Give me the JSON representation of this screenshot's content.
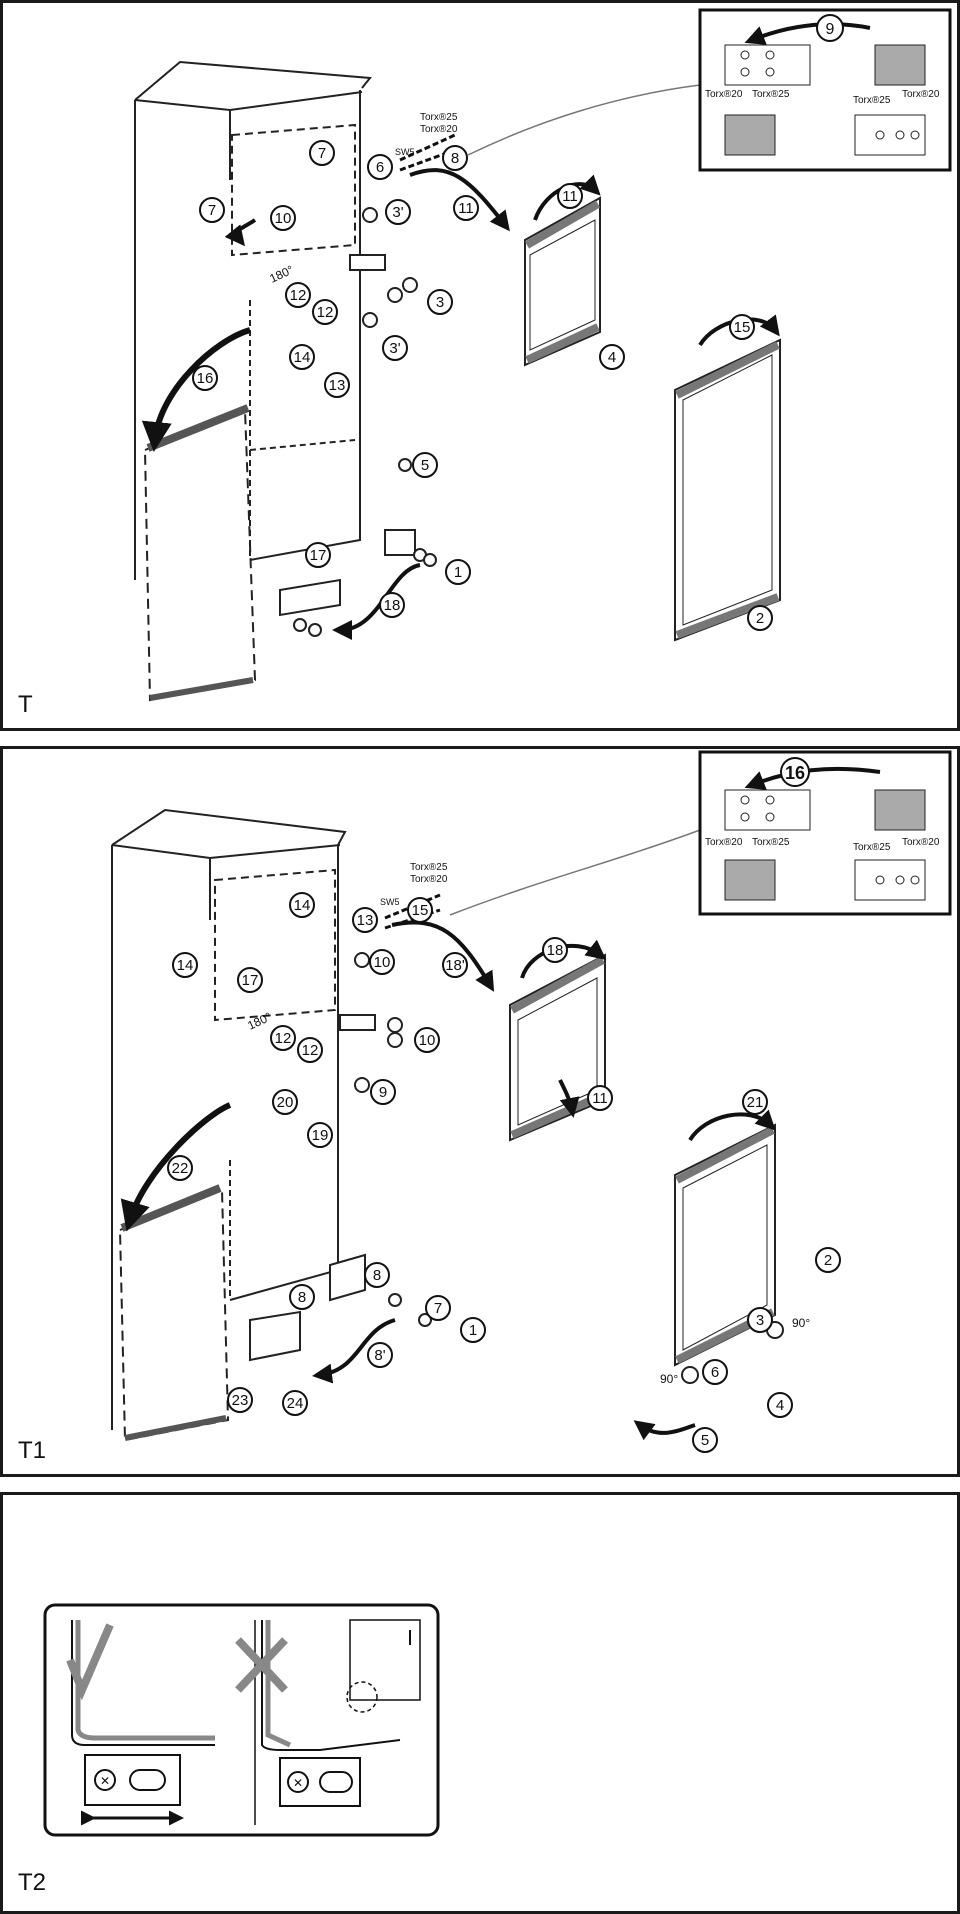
{
  "panels": [
    {
      "id": "T",
      "label": "T"
    },
    {
      "id": "T1",
      "label": "T1"
    },
    {
      "id": "T2",
      "label": "T2"
    }
  ],
  "T": {
    "steps": [
      "1",
      "2",
      "3",
      "3'",
      "3'",
      "4",
      "5",
      "6",
      "7",
      "7",
      "8",
      "9",
      "10",
      "11",
      "11",
      "12",
      "12",
      "13",
      "14",
      "15",
      "16",
      "17",
      "18"
    ],
    "inset": {
      "step": "9",
      "screws_left": [
        "Torx®20",
        "Torx®25"
      ],
      "screws_right": [
        "Torx®25",
        "Torx®20"
      ]
    },
    "screw_labels": [
      "Torx®25",
      "Torx®20"
    ],
    "wrench": "SW5",
    "angle": "180°"
  },
  "T1": {
    "steps": [
      "1",
      "2",
      "3",
      "4",
      "5",
      "6",
      "7",
      "8",
      "8",
      "8'",
      "9",
      "10",
      "10",
      "11",
      "12",
      "12",
      "13",
      "14",
      "14",
      "15",
      "17",
      "18",
      "18'",
      "19",
      "20",
      "21",
      "22",
      "23",
      "24"
    ],
    "inset": {
      "step": "16",
      "screws_left": [
        "Torx®20",
        "Torx®25"
      ],
      "screws_right": [
        "Torx®25",
        "Torx®20"
      ]
    },
    "screw_labels": [
      "Torx®25",
      "Torx®20"
    ],
    "wrench": "SW5",
    "angle_top": "180°",
    "angle_right": "90°",
    "angle_left": "90°"
  },
  "T2": {
    "correct_icon": "check-mark-icon",
    "wrong_icon": "cross-mark-icon",
    "arrow_icon": "double-arrow-icon"
  }
}
